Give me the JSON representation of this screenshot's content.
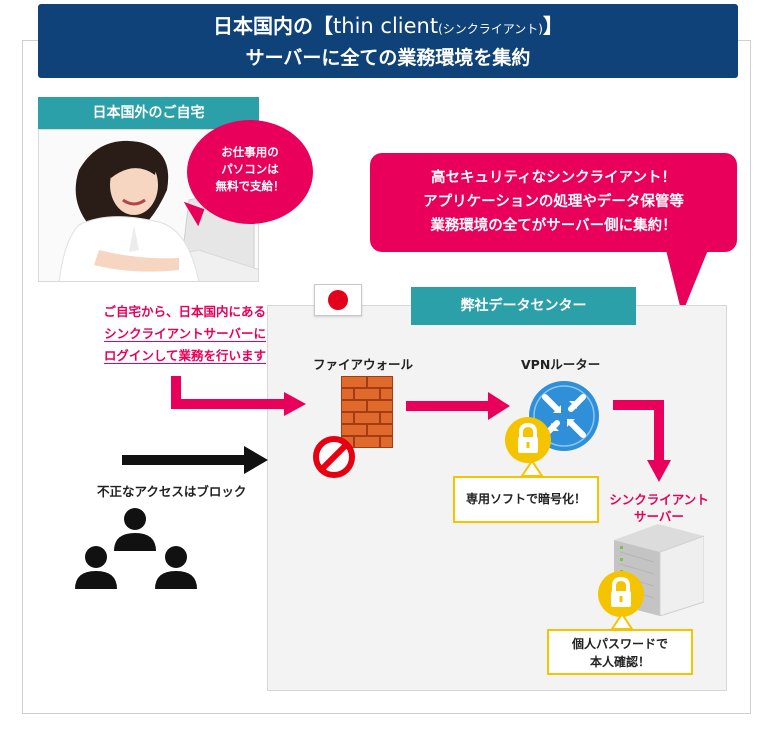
{
  "header": {
    "line1_pre": "日本国内の【",
    "line1_mono": "thin client",
    "line1_small": "(シンクライアント)",
    "line1_post": "】",
    "line2": "サーバーに全ての業務環境を集約"
  },
  "home": {
    "label": "日本国外のご自宅",
    "bubble": [
      "お仕事用の",
      "パソコンは",
      "無料で支給！"
    ]
  },
  "security_bubble": [
    "高セキュリティなシンクライアント！",
    "アプリケーションの処理やデータ保管等",
    "業務環境の全てがサーバー側に集約！"
  ],
  "datacenter": {
    "label": "弊社データセンター"
  },
  "remote_text": [
    "ご自宅から、日本国内にある",
    "シンクライアントサーバーに",
    "ログインして業務を行います"
  ],
  "firewall": {
    "label": "ファイアウォール"
  },
  "router": {
    "label": "VPNルーター"
  },
  "blocked": {
    "label": "不正なアクセスはブロック"
  },
  "encrypt": {
    "label": "専用ソフトで暗号化！"
  },
  "server": {
    "label": [
      "シンクライアント",
      "サーバー"
    ]
  },
  "auth": {
    "label": [
      "個人パスワードで",
      "本人確認！"
    ]
  },
  "colors": {
    "header_bg": "#0f4278",
    "teal": "#2ba0a8",
    "pink": "#e8005a",
    "yellow": "#f5c400",
    "router_blue": "#2f8fd8",
    "brick": "#d9602a",
    "block_red": "#e60012"
  }
}
